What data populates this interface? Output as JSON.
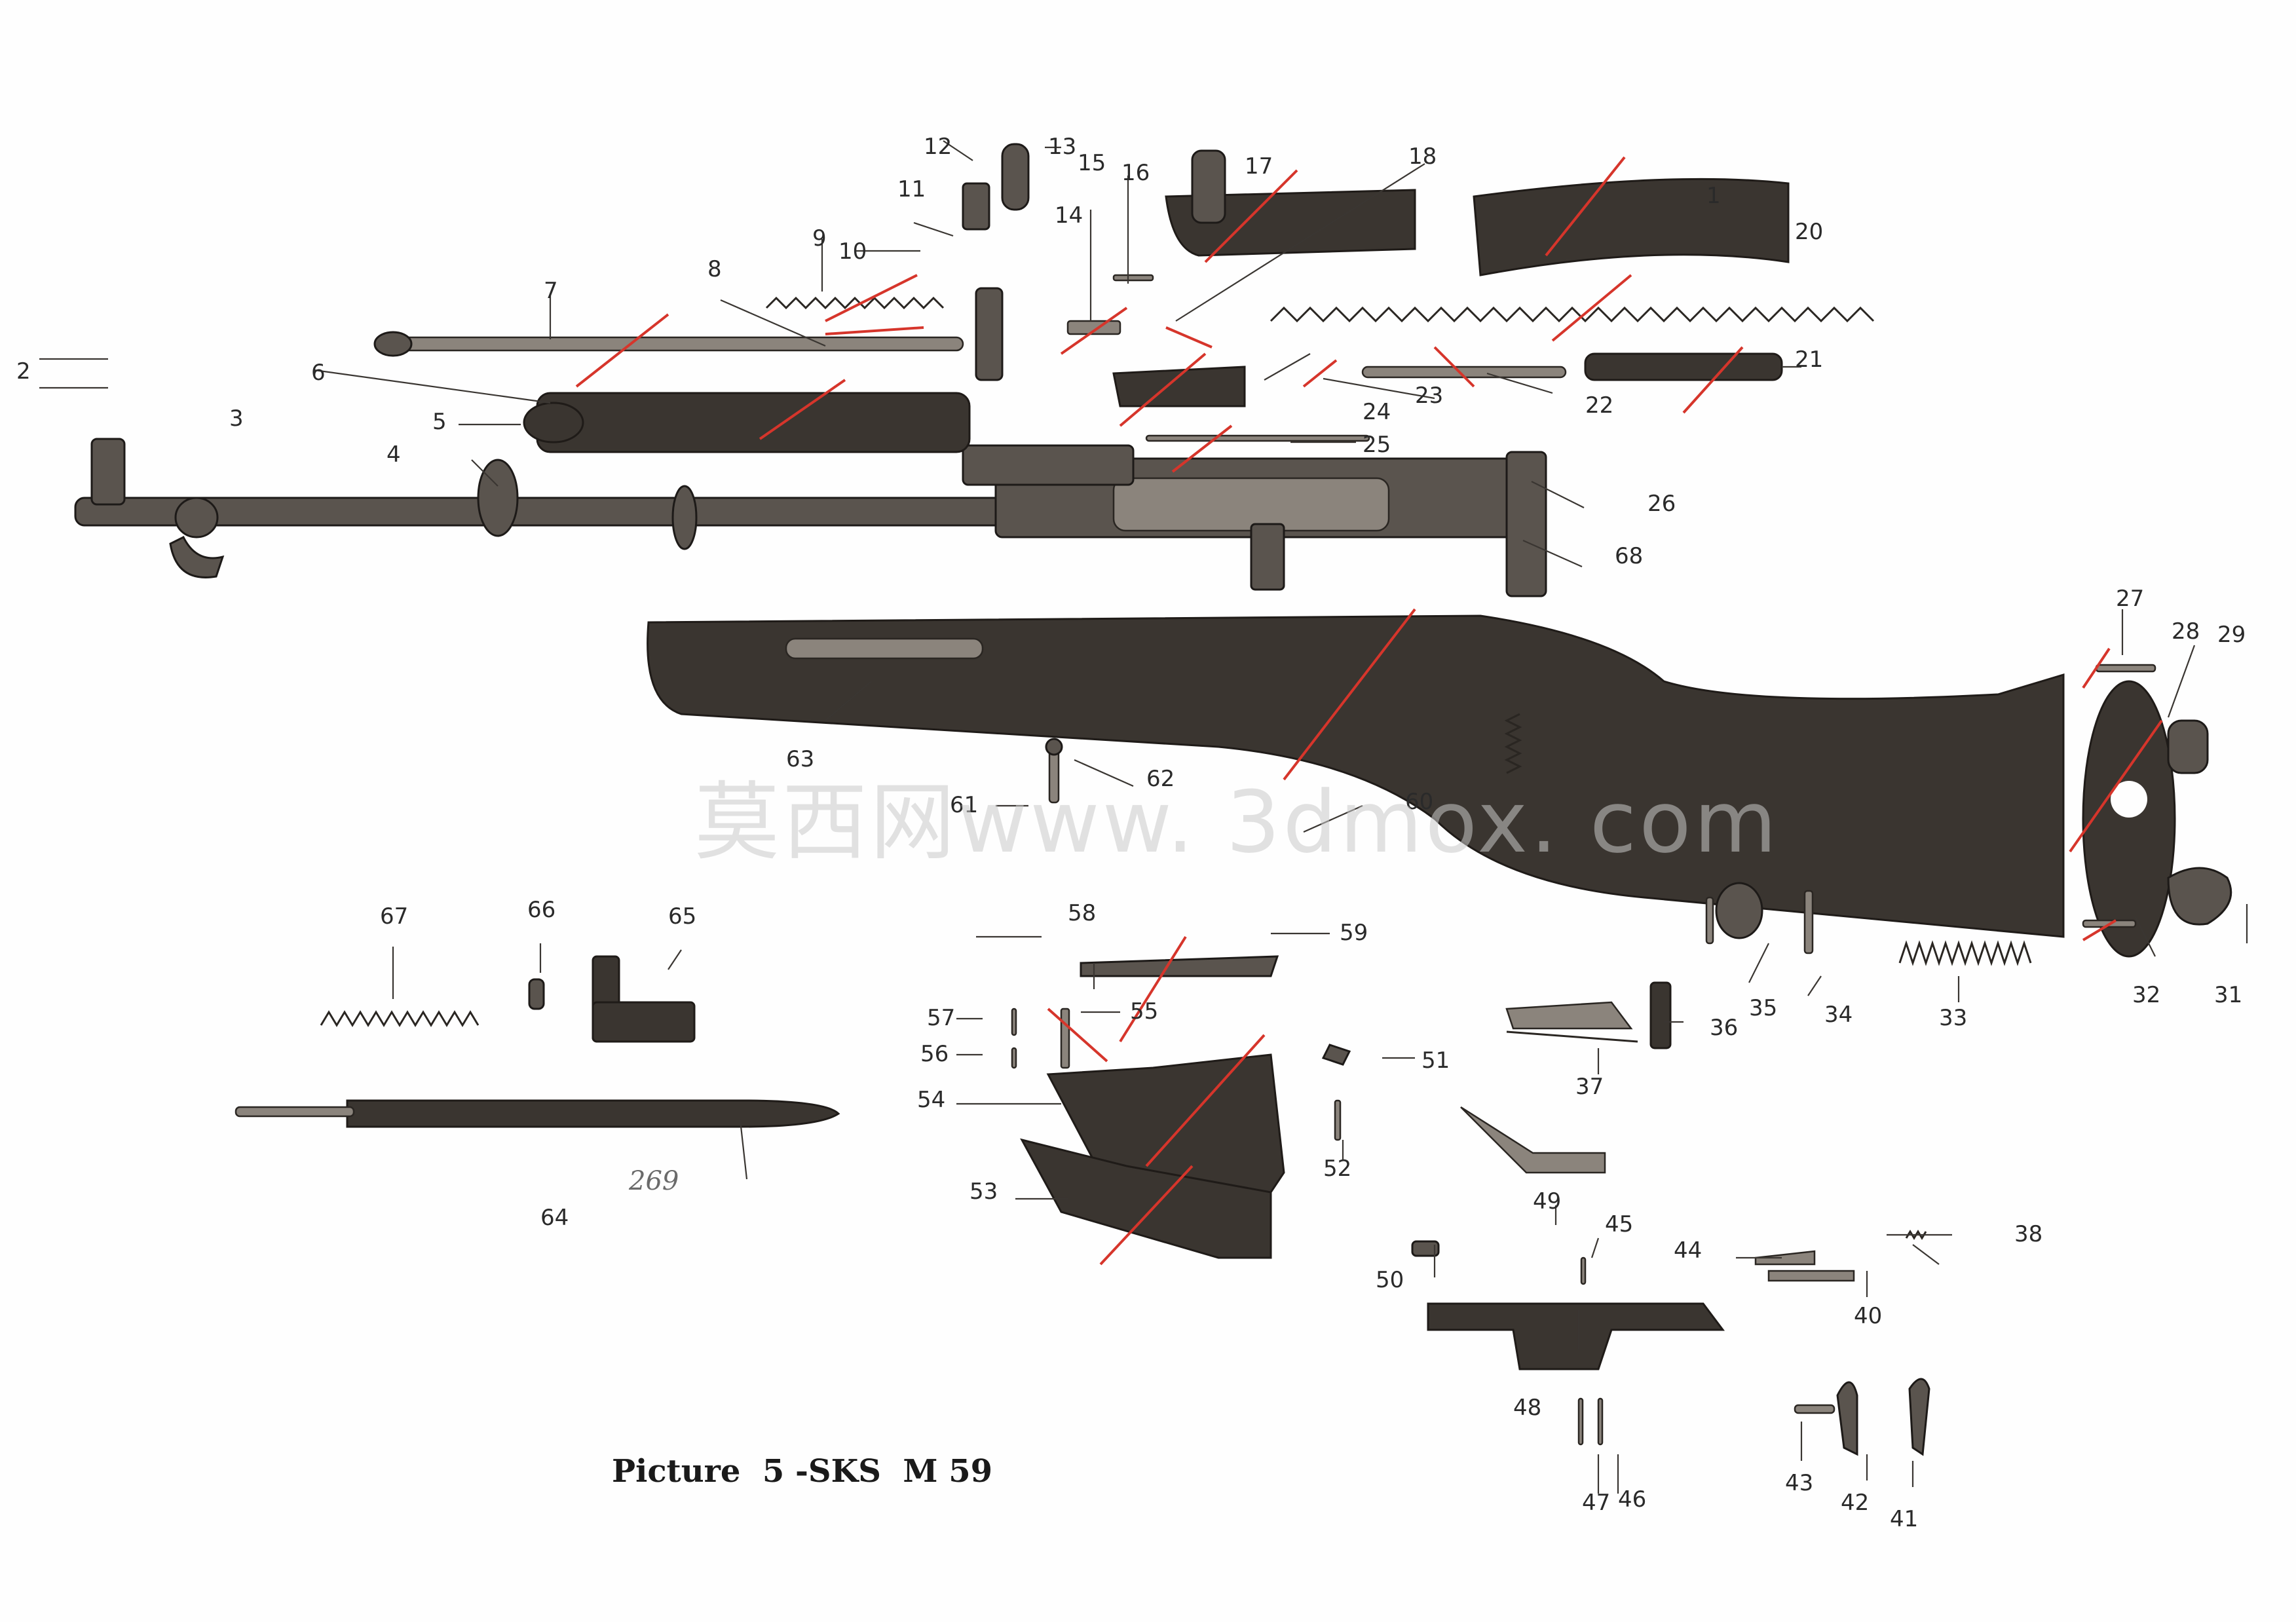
{
  "caption": "Picture  5 -SKS  M 59",
  "watermark": "莫西网www. 3dmox. com",
  "handwritten_note": "269",
  "part_numbers": [
    "1",
    "2",
    "3",
    "4",
    "5",
    "6",
    "7",
    "8",
    "9",
    "10",
    "11",
    "12",
    "13",
    "14",
    "15",
    "16",
    "17",
    "18",
    "20",
    "21",
    "22",
    "23",
    "24",
    "25",
    "26",
    "27",
    "28",
    "29",
    "31",
    "32",
    "33",
    "34",
    "35",
    "36",
    "37",
    "38",
    "40",
    "41",
    "42",
    "43",
    "44",
    "45",
    "46",
    "47",
    "48",
    "49",
    "50",
    "51",
    "52",
    "53",
    "54",
    "55",
    "56",
    "57",
    "58",
    "59",
    "60",
    "61",
    "62",
    "63",
    "64",
    "65",
    "66",
    "67",
    "68"
  ],
  "colors": {
    "marks": "#d6352b",
    "ink": "#1f1b18"
  }
}
